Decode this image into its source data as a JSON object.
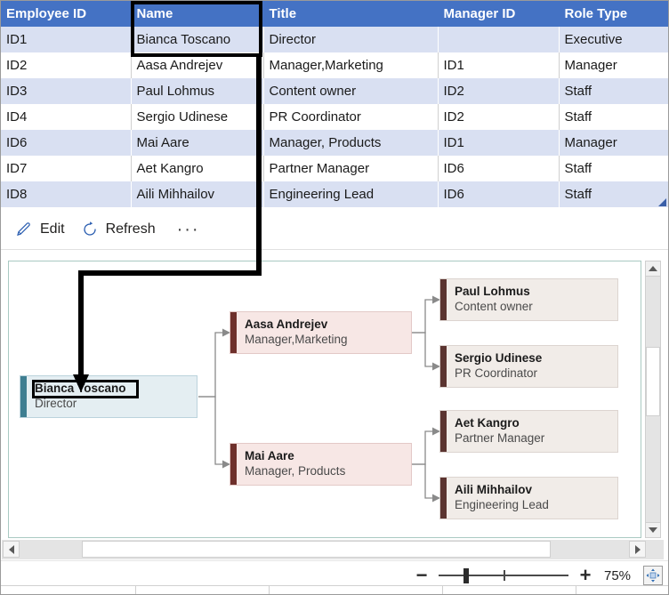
{
  "table": {
    "columns": [
      "Employee ID",
      "Name",
      "Title",
      "Manager ID",
      "Role Type"
    ],
    "rows": [
      {
        "id": "ID1",
        "name": "Bianca Toscano",
        "title": "Director",
        "manager": "",
        "role": "Executive"
      },
      {
        "id": "ID2",
        "name": "Aasa Andrejev",
        "title": "Manager,Marketing",
        "manager": "ID1",
        "role": "Manager"
      },
      {
        "id": "ID3",
        "name": "Paul Lohmus",
        "title": "Content owner",
        "manager": "ID2",
        "role": "Staff"
      },
      {
        "id": "ID4",
        "name": "Sergio Udinese",
        "title": "PR Coordinator",
        "manager": "ID2",
        "role": "Staff"
      },
      {
        "id": "ID6",
        "name": "Mai Aare",
        "title": "Manager, Products",
        "manager": "ID1",
        "role": "Manager"
      },
      {
        "id": "ID7",
        "name": "Aet Kangro",
        "title": "Partner Manager",
        "manager": "ID6",
        "role": "Staff"
      },
      {
        "id": "ID8",
        "name": "Aili Mihhailov",
        "title": "Engineering Lead",
        "manager": "ID6",
        "role": "Staff"
      }
    ],
    "selected_column": "Name",
    "selected_cell": "Bianca Toscano",
    "header_color": "#4472C4",
    "alt_row_color": "#D9E0F2"
  },
  "toolbar": {
    "edit_label": "Edit",
    "refresh_label": "Refresh",
    "more_label": "···"
  },
  "chart_data": {
    "type": "diagram",
    "title": "",
    "nodes": [
      {
        "key": "root",
        "name": "Bianca Toscano",
        "title": "Director",
        "level": 0,
        "style": "root",
        "accent": "#3E7E91",
        "fill": "#E4EEF2",
        "highlighted": true
      },
      {
        "key": "mgr1",
        "name": "Aasa Andrejev",
        "title": "Manager,Marketing",
        "level": 1,
        "style": "mgr",
        "accent": "#6E302B",
        "fill": "#F7E7E5",
        "highlighted": false
      },
      {
        "key": "mgr2",
        "name": "Mai Aare",
        "title": "Manager, Products",
        "level": 1,
        "style": "mgr",
        "accent": "#6E302B",
        "fill": "#F7E7E5",
        "highlighted": false
      },
      {
        "key": "st1",
        "name": "Paul Lohmus",
        "title": "Content owner",
        "level": 2,
        "style": "staff",
        "accent": "#5B3430",
        "fill": "#F1ECE8",
        "highlighted": false
      },
      {
        "key": "st2",
        "name": "Sergio Udinese",
        "title": "PR Coordinator",
        "level": 2,
        "style": "staff",
        "accent": "#5B3430",
        "fill": "#F1ECE8",
        "highlighted": false
      },
      {
        "key": "st3",
        "name": "Aet Kangro",
        "title": "Partner Manager",
        "level": 2,
        "style": "staff",
        "accent": "#5B3430",
        "fill": "#F1ECE8",
        "highlighted": false
      },
      {
        "key": "st4",
        "name": "Aili Mihhailov",
        "title": "Engineering Lead",
        "level": 2,
        "style": "staff",
        "accent": "#5B3430",
        "fill": "#F1ECE8",
        "highlighted": false
      }
    ],
    "edges": [
      {
        "from": "root",
        "to": "mgr1"
      },
      {
        "from": "root",
        "to": "mgr2"
      },
      {
        "from": "mgr1",
        "to": "st1"
      },
      {
        "from": "mgr1",
        "to": "st2"
      },
      {
        "from": "mgr2",
        "to": "st3"
      },
      {
        "from": "mgr2",
        "to": "st4"
      }
    ]
  },
  "status": {
    "zoom_minus": "−",
    "zoom_plus": "+",
    "zoom_percent": "75%"
  }
}
